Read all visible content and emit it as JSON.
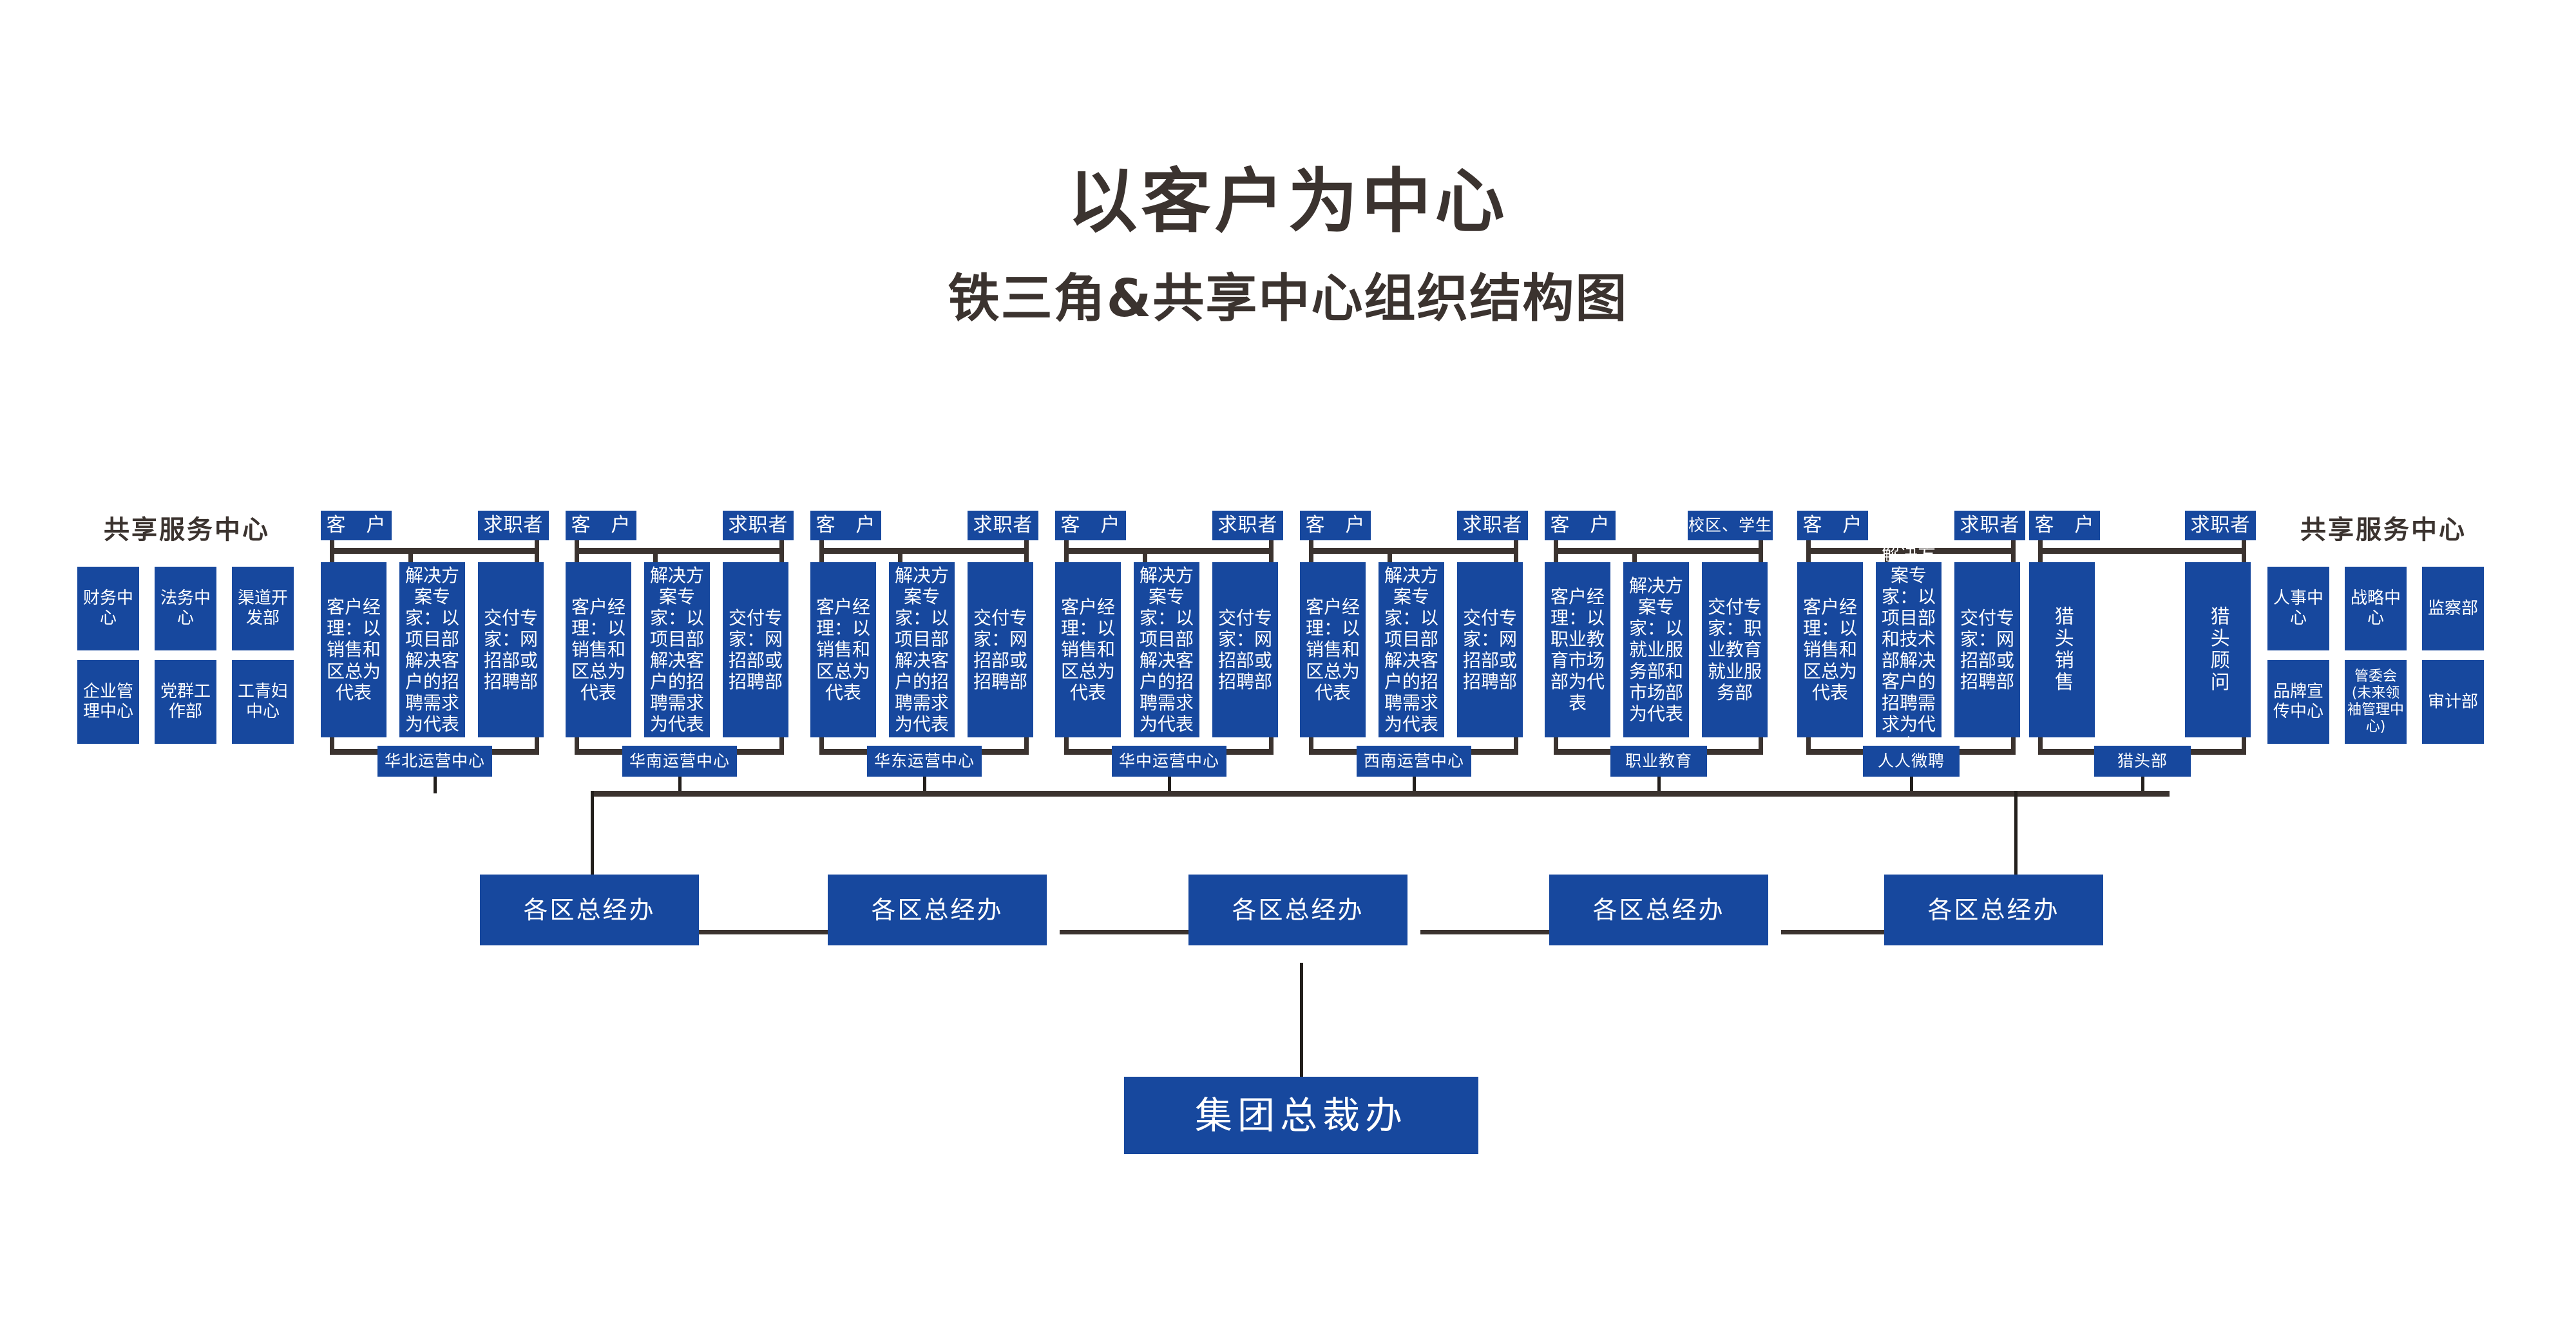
{
  "title": {
    "main": "以客户为中心",
    "sub": "铁三角&共享中心组织结构图"
  },
  "shared_service_left": {
    "heading": "共享服务中心",
    "row1": [
      "财务中心",
      "法务中心",
      "渠道开发部"
    ],
    "row2": [
      "企业管理中心",
      "党群工作部",
      "工青妇中心"
    ]
  },
  "shared_service_right": {
    "heading": "共享服务中心",
    "row1": [
      "人事中心",
      "战略中心",
      "监察部"
    ],
    "row2": [
      "品牌宣传中心",
      "管委会(未来领袖管理中心)",
      "审计部"
    ]
  },
  "groups": [
    {
      "id": "huabei",
      "header_left": "客　户",
      "header_right": "求职者",
      "roles": [
        "客户经理：以销售和区总为代表",
        "解决方案专家：以项目部解决客户的招聘需求为代表",
        "交付专家：网招部或招聘部"
      ],
      "label": "华北运营中心"
    },
    {
      "id": "huanan",
      "header_left": "客　户",
      "header_right": "求职者",
      "roles": [
        "客户经理：以销售和区总为代表",
        "解决方案专家：以项目部解决客户的招聘需求为代表",
        "交付专家：网招部或招聘部"
      ],
      "label": "华南运营中心"
    },
    {
      "id": "huadong",
      "header_left": "客　户",
      "header_right": "求职者",
      "roles": [
        "客户经理：以销售和区总为代表",
        "解决方案专家：以项目部解决客户的招聘需求为代表",
        "交付专家：网招部或招聘部"
      ],
      "label": "华东运营中心"
    },
    {
      "id": "huazhong",
      "header_left": "客　户",
      "header_right": "求职者",
      "roles": [
        "客户经理：以销售和区总为代表",
        "解决方案专家：以项目部解决客户的招聘需求为代表",
        "交付专家：网招部或招聘部"
      ],
      "label": "华中运营中心"
    },
    {
      "id": "xinan",
      "header_left": "客　户",
      "header_right": "求职者",
      "roles": [
        "客户经理：以销售和区总为代表",
        "解决方案专家：以项目部解决客户的招聘需求为代表",
        "交付专家：网招部或招聘部"
      ],
      "label": "西南运营中心"
    },
    {
      "id": "zhiyejiaoyu",
      "header_left": "客　户",
      "header_right": "校区、学生",
      "roles": [
        "客户经理：以职业教育市场部为代表",
        "解决方案专家：以就业服务部和市场部为代表",
        "交付专家：职业教育就业服务部"
      ],
      "label": "职业教育"
    },
    {
      "id": "renrenweipin",
      "header_left": "客　户",
      "header_right": "求职者",
      "roles": [
        "客户经理：以销售和区总为代表",
        "解决方案专家：以项目部和技术部解决客户的招聘需求为代表",
        "交付专家：网招部或招聘部"
      ],
      "label": "人人微聘"
    },
    {
      "id": "lietoubu",
      "header_left": "客　户",
      "header_right": "求职者",
      "roles": [
        "猎头销售",
        "猎头顾问"
      ],
      "label": "猎头部"
    }
  ],
  "gm_row": {
    "label": "各区总经办",
    "count": 5
  },
  "ceo": {
    "label": "集团总裁办"
  },
  "colors": {
    "brand_blue": "#17489e",
    "line_dark": "#3b332f",
    "text_dark": "#3b332f",
    "background": "#ffffff"
  }
}
